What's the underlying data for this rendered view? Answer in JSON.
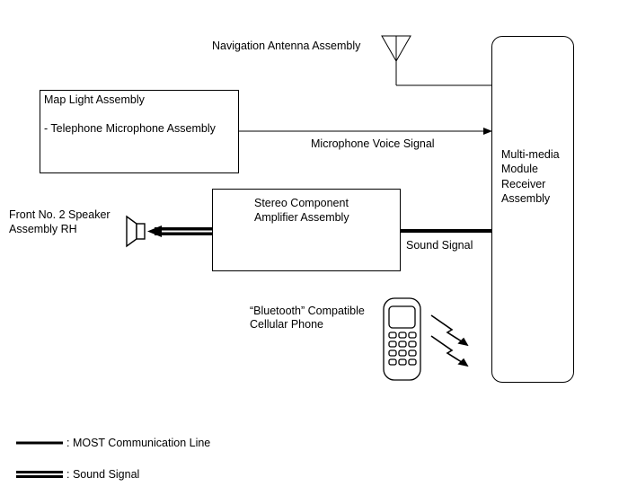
{
  "diagram": {
    "antenna_label": "Navigation Antenna Assembly",
    "map_light": {
      "title": "Map Light Assembly",
      "sub_item": "- Telephone Microphone Assembly"
    },
    "microphone_signal_label": "Microphone Voice Signal",
    "receiver": {
      "line1": "Multi-media",
      "line2": "Module",
      "line3": "Receiver",
      "line4": "Assembly"
    },
    "amplifier": {
      "line1": "Stereo Component",
      "line2": "Amplifier Assembly"
    },
    "speaker": {
      "line1": "Front No. 2 Speaker",
      "line2": "Assembly RH"
    },
    "sound_signal_label": "Sound Signal",
    "phone": {
      "line1": "“Bluetooth” Compatible",
      "line2": "Cellular Phone"
    },
    "legend": [
      {
        "label": ": MOST Communication Line"
      },
      {
        "label": ": Sound Signal"
      }
    ]
  }
}
